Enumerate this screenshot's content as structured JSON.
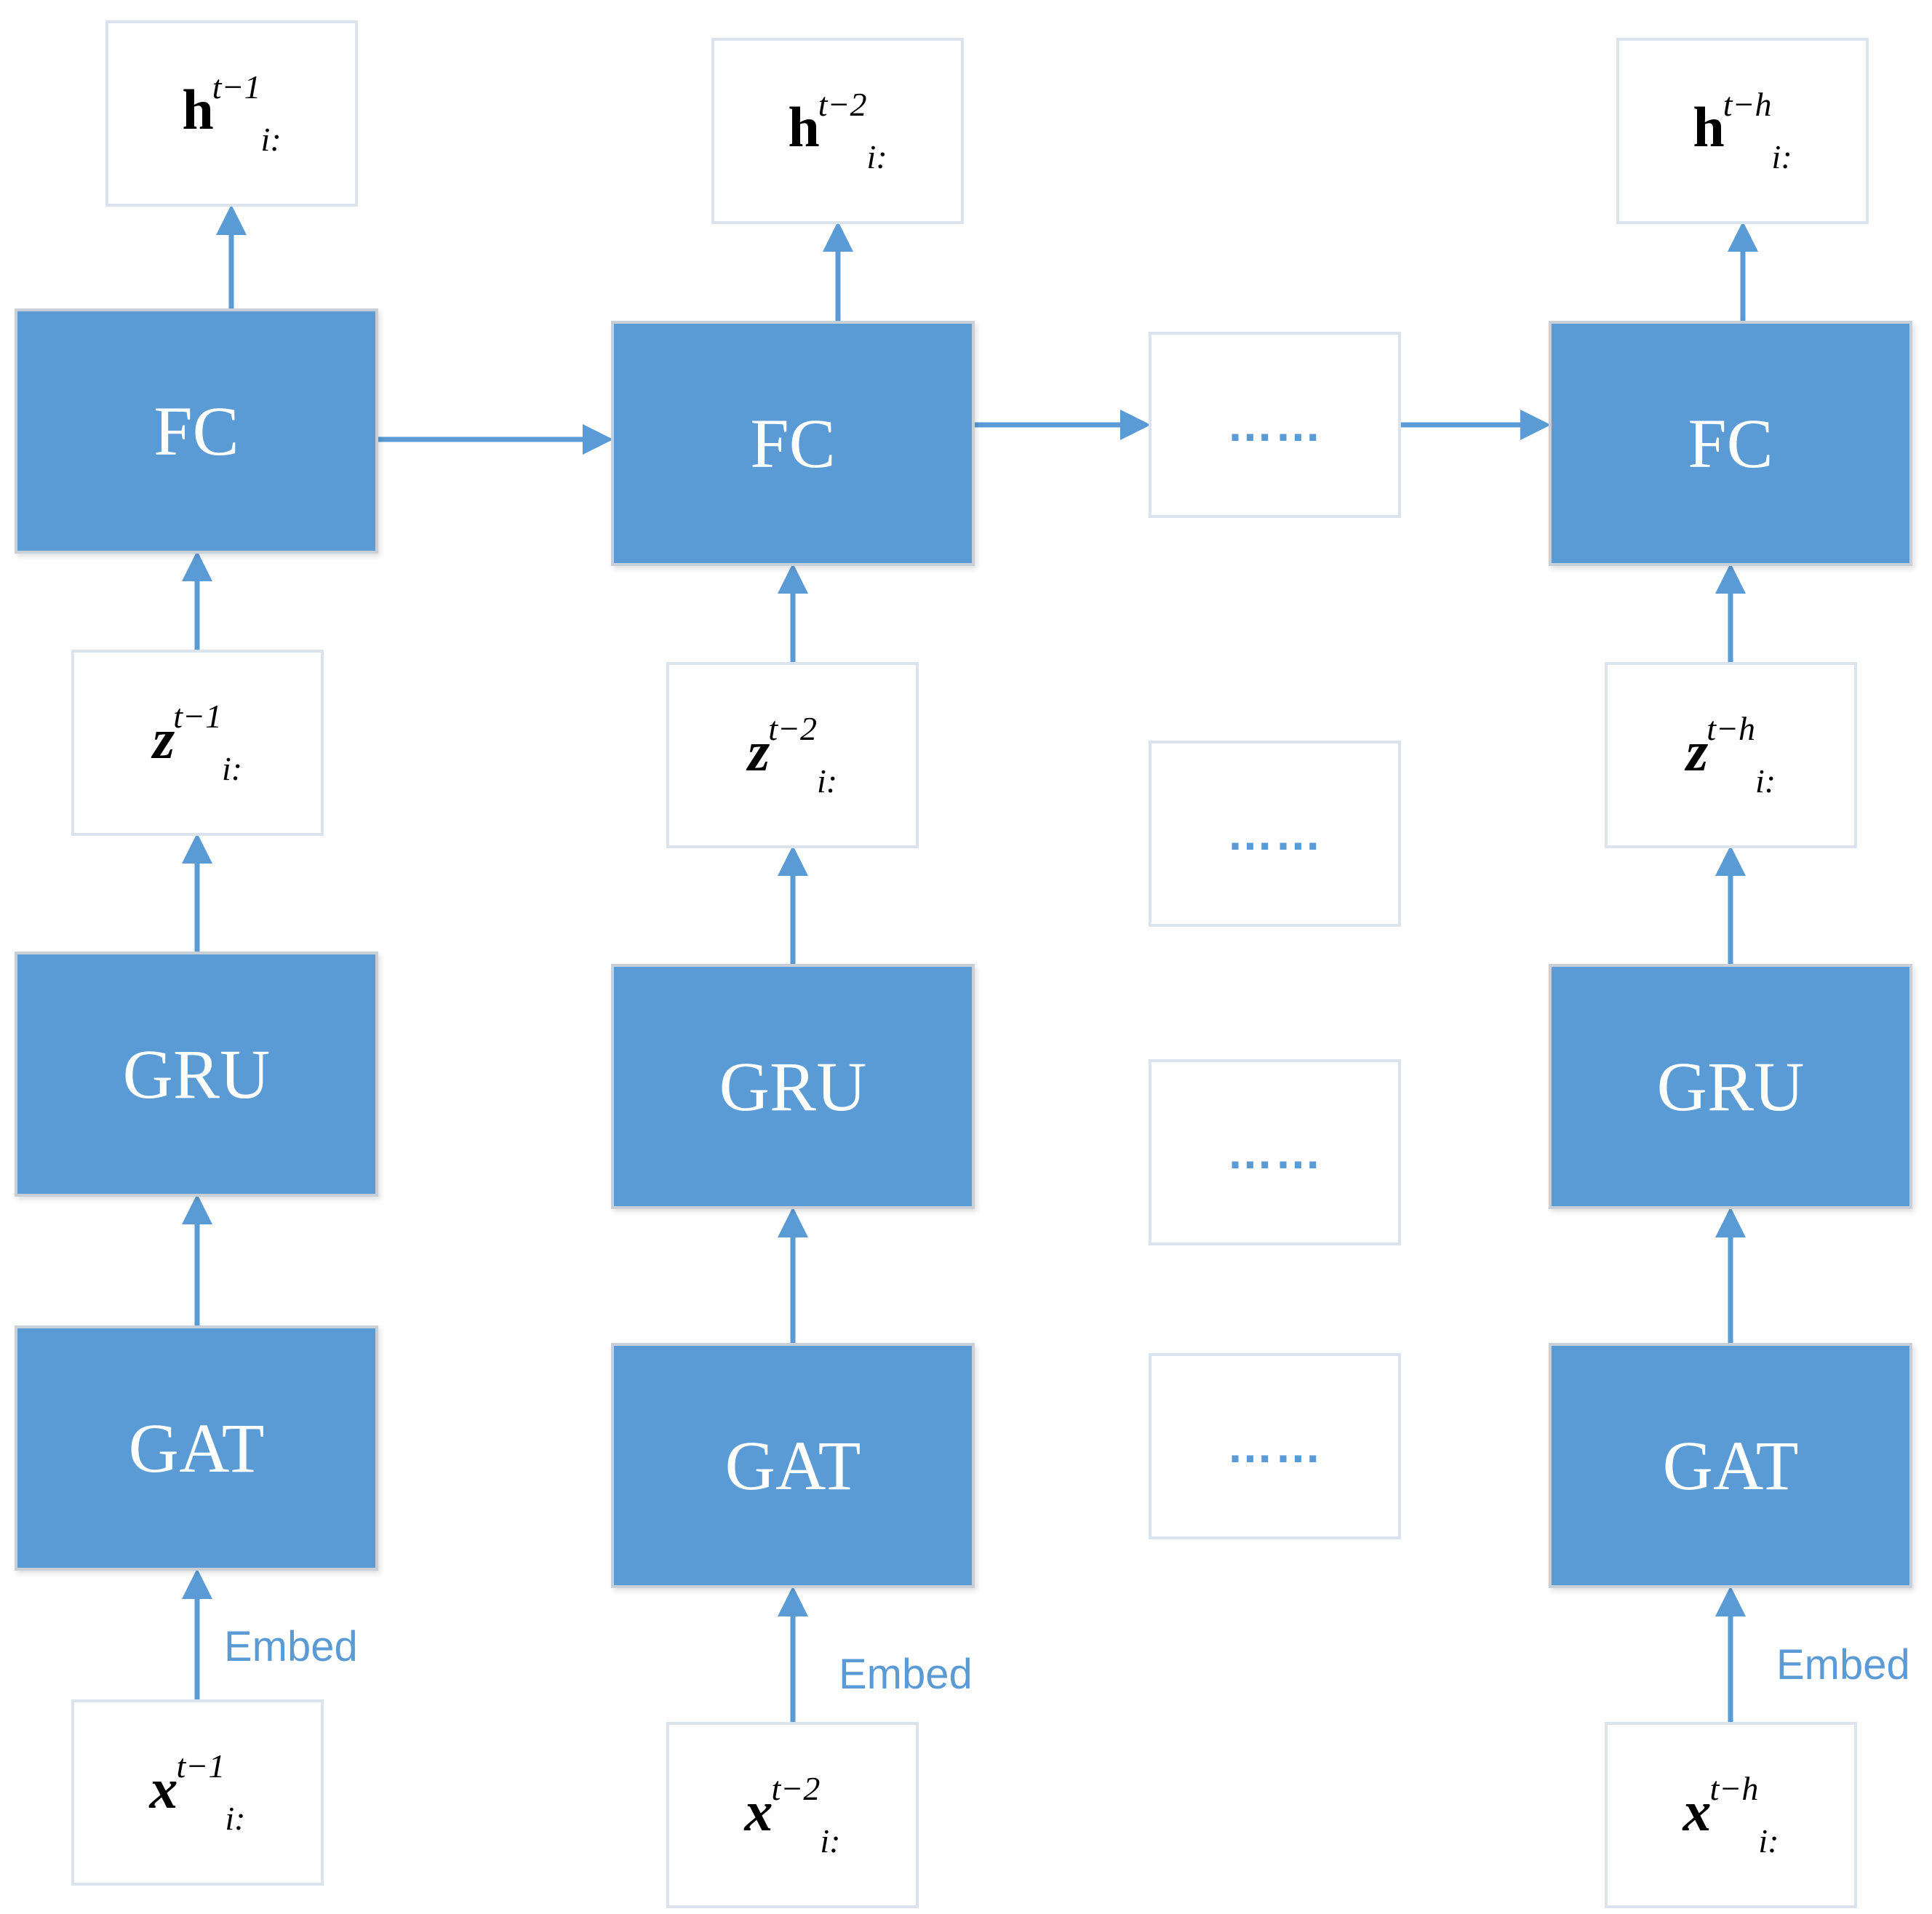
{
  "columns": [
    {
      "h": {
        "symbol": "h",
        "sub": "i:",
        "sup": "t−1"
      },
      "fc": "FC",
      "z": {
        "symbol": "z",
        "sub": "i:",
        "sup": "t−1"
      },
      "gru": "GRU",
      "gat": "GAT",
      "embed": "Embed",
      "x": {
        "symbol": "x",
        "sub": "i:",
        "sup": "t−1"
      }
    },
    {
      "h": {
        "symbol": "h",
        "sub": "i:",
        "sup": "t−2"
      },
      "fc": "FC",
      "z": {
        "symbol": "z",
        "sub": "i:",
        "sup": "t−2"
      },
      "gru": "GRU",
      "gat": "GAT",
      "embed": "Embed",
      "x": {
        "symbol": "x",
        "sub": "i:",
        "sup": "t−2"
      }
    },
    {
      "h": {
        "symbol": "h",
        "sub": "i:",
        "sup": "t−h"
      },
      "fc": "FC",
      "z": {
        "symbol": "z",
        "sub": "i:",
        "sup": "t−h"
      },
      "gru": "GRU",
      "gat": "GAT",
      "embed": "Embed",
      "x": {
        "symbol": "x",
        "sub": "i:",
        "sup": "t−h"
      }
    }
  ],
  "ellipsis": [
    "……",
    "……",
    "……",
    "……"
  ],
  "colors": {
    "block": "#5b9bd5",
    "arrow": "#5b9bd5",
    "box_border": "#dbe3ec"
  }
}
